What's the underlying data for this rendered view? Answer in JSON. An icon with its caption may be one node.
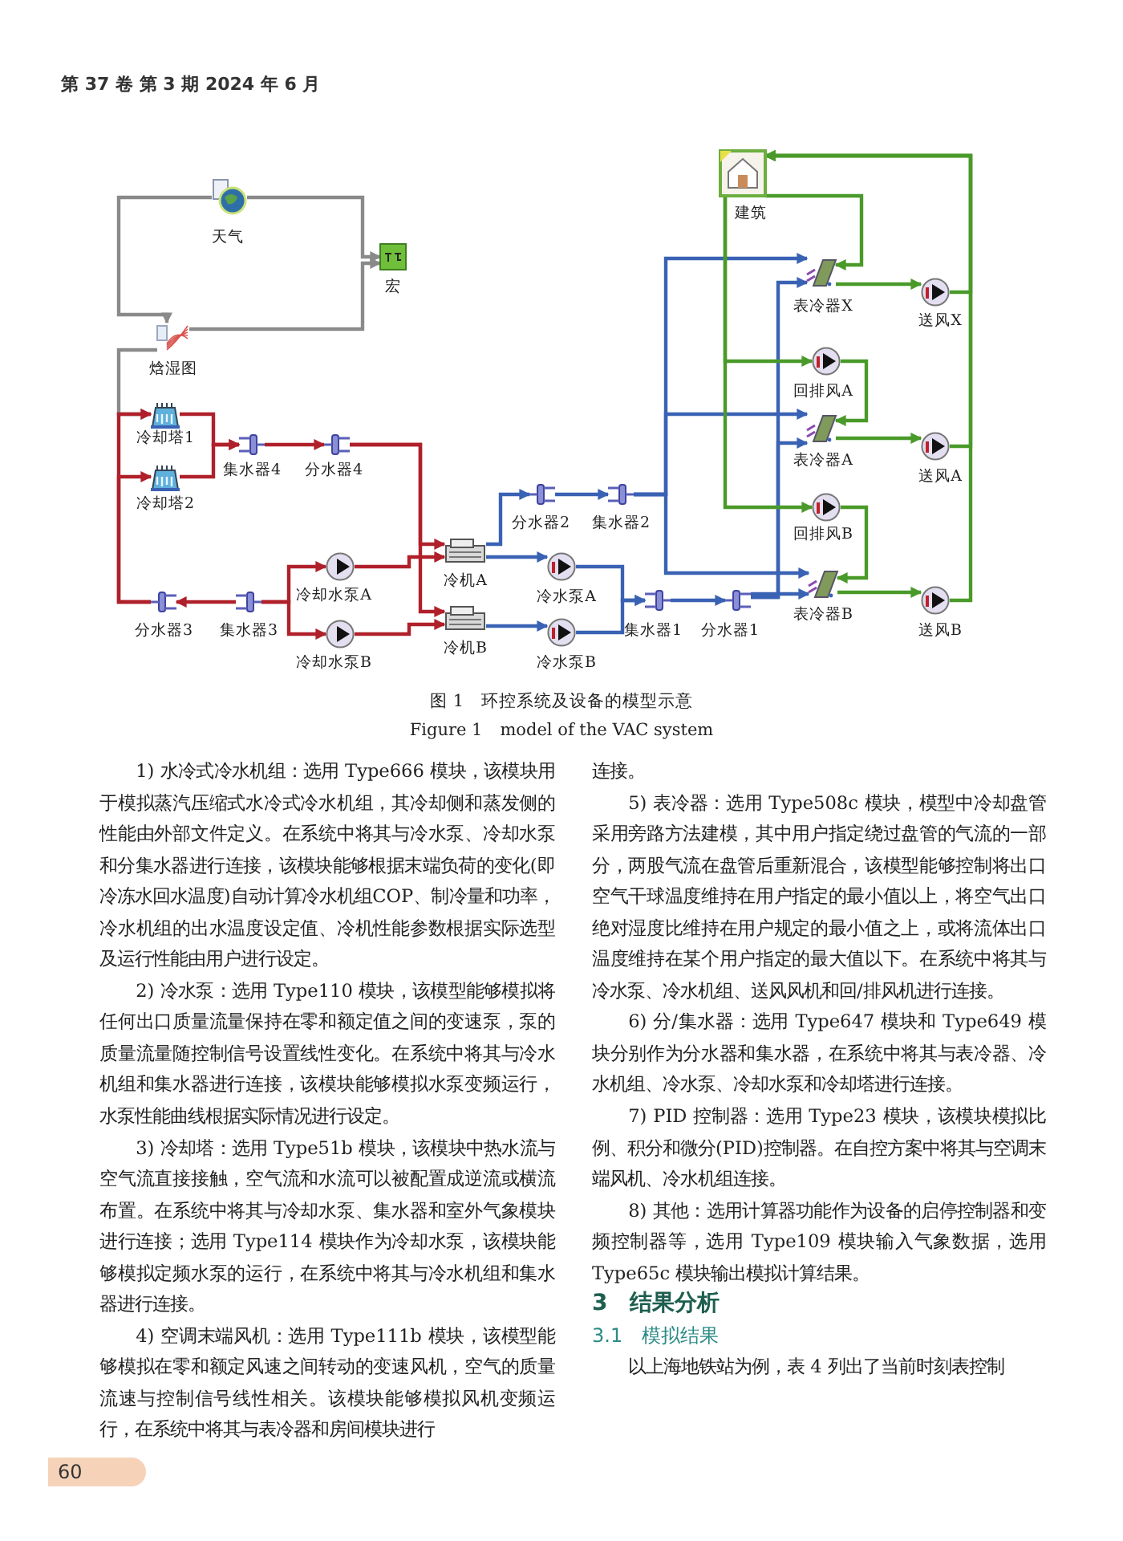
{
  "diagram": {
    "caption": "图 1　环控系统及设备的模型示意",
    "nodes": [
      {
        "text": [],
        "shape": "picture",
        "beside": [
          "天气"
        ]
      },
      {
        "text": [],
        "shape": "picture",
        "beside": [
          "宏"
        ]
      },
      {
        "text": [],
        "shape": "picture",
        "beside": [
          "焓湿图"
        ]
      },
      {
        "text": [],
        "shape": "picture",
        "beside": [
          "建筑"
        ]
      },
      {
        "text": [],
        "shape": "picture",
        "beside": [
          "冷却塔1"
        ]
      },
      {
        "text": [],
        "shape": "picture",
        "beside": [
          "冷却塔2"
        ]
      },
      {
        "text": [],
        "shape": "picture",
        "beside": [
          "集水器4"
        ]
      },
      {
        "text": [],
        "shape": "picture",
        "beside": [
          "分水器4"
        ]
      },
      {
        "text": [],
        "shape": "picture",
        "beside": [
          "表冷器X"
        ]
      },
      {
        "text": [],
        "shape": "picture",
        "beside": [
          "送风X"
        ]
      },
      {
        "text": [],
        "shape": "picture",
        "beside": [
          "回排风A"
        ]
      },
      {
        "text": [],
        "shape": "picture",
        "beside": [
          "表冷器A"
        ]
      },
      {
        "text": [],
        "shape": "picture",
        "beside": [
          "送风A"
        ]
      },
      {
        "text": [],
        "shape": "picture",
        "beside": [
          "分水器2"
        ]
      },
      {
        "text": [],
        "shape": "picture",
        "beside": [
          "集水器2"
        ]
      },
      {
        "text": [],
        "shape": "picture",
        "beside": [
          "回排风B"
        ]
      },
      {
        "text": [],
        "shape": "picture",
        "beside": [
          "冷机A"
        ]
      },
      {
        "text": [],
        "shape": "picture",
        "beside": [
          "冷却水泵A"
        ]
      },
      {
        "text": [],
        "shape": "picture",
        "beside": [
          "冷水泵A"
        ]
      },
      {
        "text": [],
        "shape": "picture",
        "beside": [
          "冷机B"
        ]
      },
      {
        "text": [],
        "shape": "picture",
        "beside": [
          "分水器3"
        ]
      },
      {
        "text": [],
        "shape": "picture",
        "beside": [
          "集水器3"
        ]
      },
      {
        "text": [],
        "shape": "picture",
        "beside": [
          "冷却水泵B"
        ]
      },
      {
        "text": [],
        "shape": "picture",
        "beside": [
          "冷水泵B"
        ]
      },
      {
        "text": [],
        "shape": "picture",
        "beside": [
          "集水器1"
        ]
      },
      {
        "text": [],
        "shape": "picture",
        "beside": [
          "分水器1"
        ]
      },
      {
        "text": [],
        "shape": "picture",
        "beside": [
          "表冷器B"
        ]
      },
      {
        "text": [],
        "shape": "picture",
        "beside": [
          "送风B"
        ]
      }
    ],
    "edges": [
      {
        "from": 0,
        "to": 1,
        "arrow": "to",
        "color": "#8a8a8a"
      },
      {
        "from": 0,
        "to": 2,
        "arrow": "to",
        "color": "#8a8a8a"
      },
      {
        "from": 2,
        "to": 1,
        "arrow": "to",
        "color": "#8a8a8a"
      },
      {
        "from": 2,
        "to": 4,
        "arrow": "to",
        "color": "#8a8a8a"
      },
      {
        "from": 20,
        "to": 4,
        "arrow": "to",
        "color": "#b0202a"
      },
      {
        "from": 20,
        "to": 5,
        "arrow": "to",
        "color": "#b0202a"
      },
      {
        "from": 4,
        "to": 6,
        "arrow": "to",
        "color": "#b0202a"
      },
      {
        "from": 5,
        "to": 6,
        "arrow": "to",
        "color": "#b0202a"
      },
      {
        "from": 6,
        "to": 7,
        "arrow": "to",
        "color": "#b0202a"
      },
      {
        "from": 7,
        "to": 16,
        "arrow": "to",
        "color": "#b0202a"
      },
      {
        "from": 7,
        "to": 19,
        "arrow": "to",
        "color": "#b0202a"
      },
      {
        "from": 17,
        "to": 16,
        "arrow": "to",
        "color": "#b0202a"
      },
      {
        "from": 22,
        "to": 19,
        "arrow": "to",
        "color": "#b0202a"
      },
      {
        "from": 21,
        "to": 20,
        "arrow": "to",
        "color": "#b0202a"
      },
      {
        "from": 21,
        "to": 17,
        "arrow": "to",
        "color": "#b0202a"
      },
      {
        "from": 21,
        "to": 22,
        "arrow": "to",
        "color": "#b0202a"
      },
      {
        "from": 16,
        "to": 13,
        "arrow": "to"
      },
      {
        "from": 16,
        "to": 18,
        "arrow": "to"
      },
      {
        "from": 19,
        "to": 23,
        "arrow": "to"
      },
      {
        "from": 13,
        "to": 14,
        "arrow": "to"
      },
      {
        "from": 14,
        "to": 8,
        "arrow": "to"
      },
      {
        "from": 14,
        "to": 11,
        "arrow": "to"
      },
      {
        "from": 14,
        "to": 26,
        "arrow": "to"
      },
      {
        "from": 18,
        "to": 24,
        "arrow": "to"
      },
      {
        "from": 23,
        "to": 24,
        "arrow": "to"
      },
      {
        "from": 24,
        "to": 25,
        "arrow": "to"
      },
      {
        "from": 25,
        "to": 26,
        "arrow": "to"
      },
      {
        "from": 25,
        "to": 11,
        "arrow": "to"
      },
      {
        "from": 25,
        "to": 8,
        "arrow": "to"
      },
      {
        "from": 3,
        "to": 8,
        "arrow": "to",
        "color": "#4a9a2a"
      },
      {
        "from": 3,
        "to": 10,
        "arrow": "to",
        "color": "#4a9a2a"
      },
      {
        "from": 3,
        "to": 15,
        "arrow": "to",
        "color": "#4a9a2a"
      },
      {
        "from": 10,
        "to": 11,
        "arrow": "to",
        "color": "#4a9a2a"
      },
      {
        "from": 15,
        "to": 26,
        "arrow": "to",
        "color": "#4a9a2a"
      },
      {
        "from": 8,
        "to": 9,
        "arrow": "to",
        "color": "#4a9a2a"
      },
      {
        "from": 11,
        "to": 12,
        "arrow": "to",
        "color": "#4a9a2a"
      },
      {
        "from": 26,
        "to": 27,
        "arrow": "to",
        "color": "#4a9a2a"
      },
      {
        "from": 9,
        "to": 3,
        "arrow": "to",
        "color": "#4a9a2a"
      },
      {
        "from": 12,
        "to": 3,
        "arrow": "to",
        "color": "#4a9a2a"
      },
      {
        "from": 27,
        "to": 3,
        "arrow": "to",
        "color": "#4a9a2a"
      }
    ],
    "labels": [
      "第 37 卷 第 3 期 2024 年 6 月",
      "Figure 1　model of the VAC system",
      "1) 水冷式冷水机组：选用 Type666 模块，该模块用于模拟蒸汽压缩式水冷式冷水机组，其冷却侧和蒸发侧的性能由外部文件定义。在系统中将其与冷水泵、冷却水泵和分集水器进行连接，该模块能够根据末端负荷的变化(即冷冻水回水温度)自动计算冷水机组COP、制冷量和功率，冷水机组的出水温度设定值、冷机性能参数根据实际选型及运行性能由用户进行设定。",
      "2) 冷水泵：选用 Type110 模块，该模型能够模拟将任何出口质量流量保持在零和额定值之间的变速泵，泵的质量流量随控制信号设置线性变化。在系统中将其与冷水机组和集水器进行连接，该模块能够模拟水泵变频运行，水泵性能曲线根据实际情况进行设定。",
      "3) 冷却塔：选用 Type51b 模块，该模块中热水流与空气流直接接触，空气流和水流可以被配置成逆流或横流布置。在系统中将其与冷却水泵、集水器和室外气象模块进行连接；选用 Type114 模块作为冷却水泵，该模块能够模拟定频水泵的运行，在系统中将其与冷水机组和集水器进行连接。",
      "4) 空调末端风机：选用 Type111b 模块，该模型能够模拟在零和额定风速之间转动的变速风机，空气的质量流速与控制信号线性相关。该模块能够模拟风机变频运行，在系统中将其与表冷器和房间模块进行",
      "连接。",
      "5) 表冷器：选用 Type508c 模块，模型中冷却盘管采用旁路方法建模，其中用户指定绕过盘管的气流的一部分，两股气流在盘管后重新混合，该模型能够控制将出口空气干球温度维持在用户指定的最小值以上，将空气出口绝对湿度比维持在用户规定的最小值之上，或将流体出口温度维持在某个用户指定的最大值以下。在系统中将其与冷水泵、冷水机组、送风风机和回/排风机进行连接。",
      "6) 分/集水器：选用 Type647 模块和 Type649 模块分别作为分水器和集水器，在系统中将其与表冷器、冷水机组、冷水泵、冷却水泵和冷却塔进行连接。",
      "7) PID 控制器：选用 Type23 模块，该模块模拟比例、积分和微分(PID)控制器。在自控方案中将其与空调末端风机、冷水机组连接。",
      "8) 其他：选用计算器功能作为设备的启停控制器和变频控制器等，选用 Type109 模块输入气象数据，选用 Type65c 模块输出模拟计算结果。",
      "3　结果分析",
      "3.1　模拟结果",
      "以上海地铁站为例，表 4 列出了当前时刻表控制",
      "60"
    ]
  }
}
